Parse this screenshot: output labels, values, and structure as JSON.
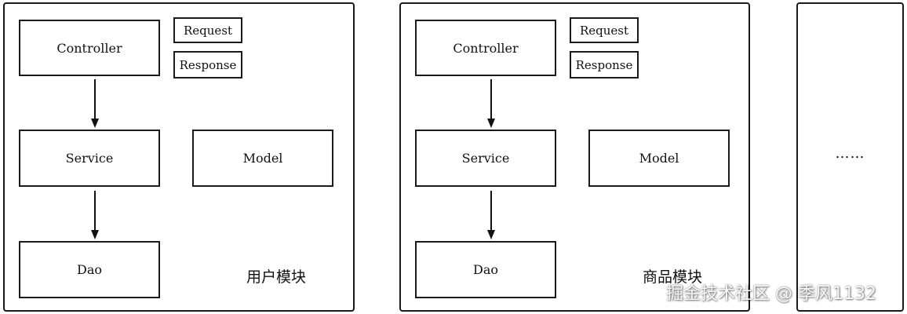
{
  "modules": [
    {
      "controller": "Controller",
      "request": "Request",
      "response": "Response",
      "service": "Service",
      "model": "Model",
      "dao": "Dao",
      "label": "用户模块"
    },
    {
      "controller": "Controller",
      "request": "Request",
      "response": "Response",
      "service": "Service",
      "model": "Model",
      "dao": "Dao",
      "label": "商品模块"
    }
  ],
  "more_module": {
    "text": "……"
  },
  "watermark": "掘金技术社区 @ 季风1132"
}
